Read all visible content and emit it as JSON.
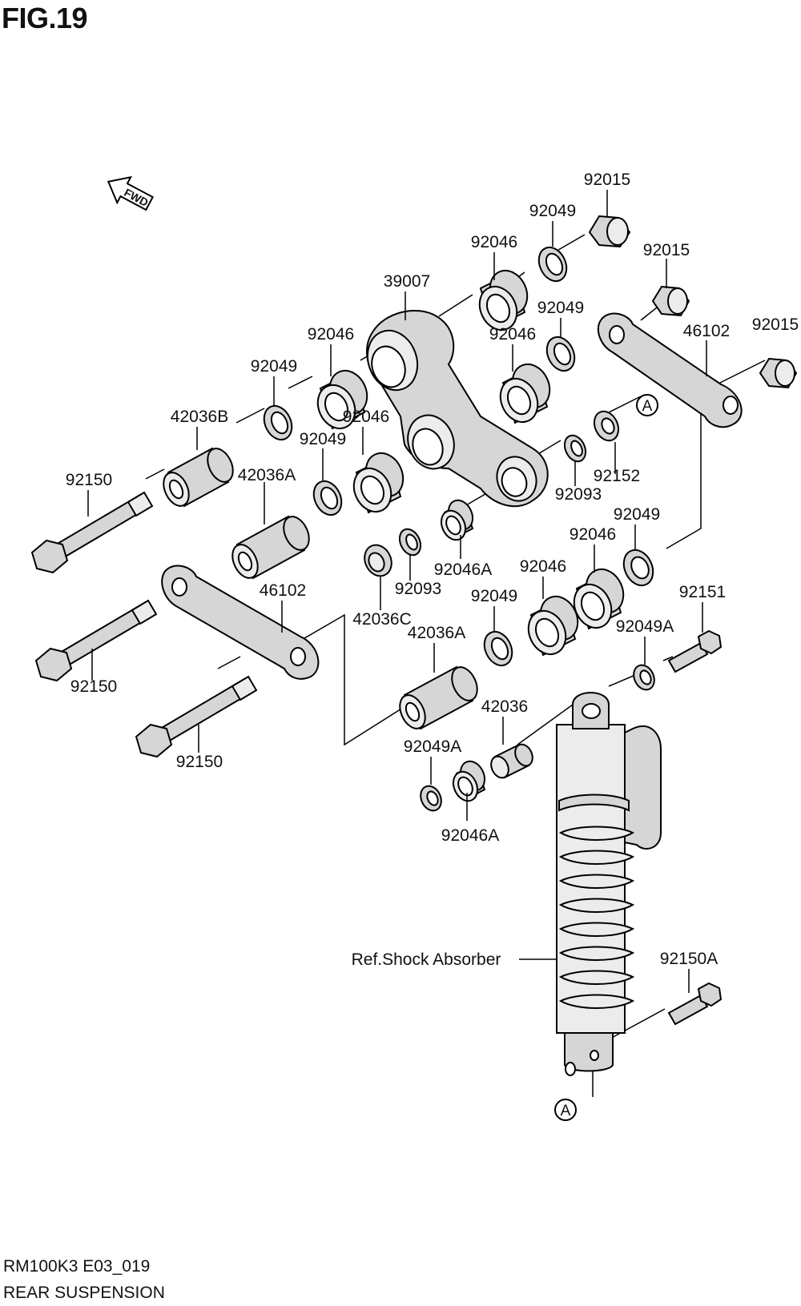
{
  "figure": {
    "title": "FIG.19",
    "model_code": "RM100K3 E03_019",
    "section_name": "REAR SUSPENSION"
  },
  "fwd_arrow": {
    "label": "FWD",
    "icon": "fwd-arrow-icon"
  },
  "reference_markers": {
    "a": "A"
  },
  "callouts": {
    "c01": "92015",
    "c02": "92049",
    "c03": "92046",
    "c04": "92015",
    "c05": "39007",
    "c06": "92049",
    "c07": "92015",
    "c08": "92046",
    "c09": "92046",
    "c10": "46102",
    "c11": "92049",
    "c12": "42036B",
    "c13": "92046",
    "c14": "92049",
    "c15": "92150",
    "c16": "42036A",
    "c17": "92152",
    "c18": "92093",
    "c19": "92049",
    "c20": "92046",
    "c21": "92046A",
    "c22": "46102",
    "c23": "92093",
    "c24": "92046",
    "c25": "92049",
    "c26": "92151",
    "c27": "42036C",
    "c28": "42036A",
    "c29": "92049A",
    "c30": "92150",
    "c31": "42036",
    "c32": "92049A",
    "c33": "92150",
    "c34": "92046A",
    "c35": "Ref.Shock Absorber",
    "c36": "92150A"
  }
}
